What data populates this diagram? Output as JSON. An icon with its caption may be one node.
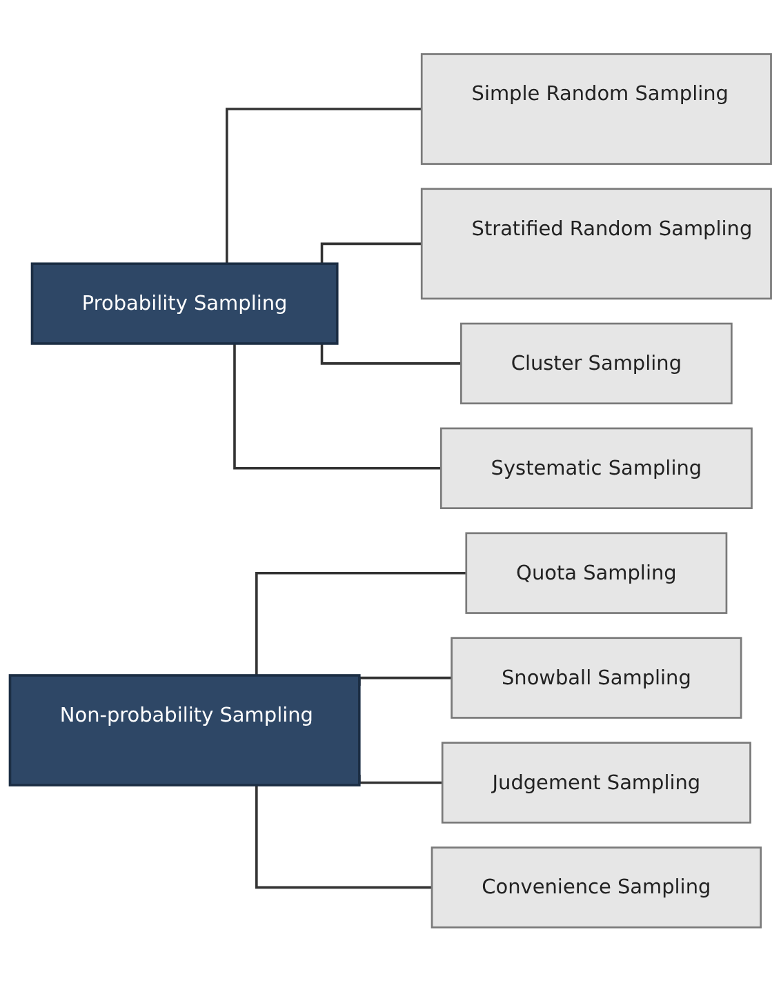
{
  "diagram": {
    "nodes": [
      {
        "text": [
          "Probability Sampling"
        ]
      },
      {
        "text": [
          "Simple Random Sampling"
        ]
      },
      {
        "text": [
          "Stratified Random Sampling"
        ]
      },
      {
        "text": [
          "Cluster Sampling"
        ]
      },
      {
        "text": [
          "Systematic Sampling"
        ]
      },
      {
        "text": [
          "Non-probability Sampling"
        ]
      },
      {
        "text": [
          "Quota Sampling"
        ]
      },
      {
        "text": [
          "Snowball Sampling"
        ]
      },
      {
        "text": [
          "Judgement Sampling"
        ]
      },
      {
        "text": [
          "Convenience Sampling"
        ]
      }
    ],
    "edges": [
      {
        "from": 0,
        "to": 1,
        "arrow": "none"
      },
      {
        "from": 0,
        "to": 2,
        "arrow": "none"
      },
      {
        "from": 0,
        "to": 3,
        "arrow": "none"
      },
      {
        "from": 0,
        "to": 4,
        "arrow": "none"
      },
      {
        "from": 5,
        "to": 6,
        "arrow": "none"
      },
      {
        "from": 5,
        "to": 7,
        "arrow": "none"
      },
      {
        "from": 5,
        "to": 8,
        "arrow": "none"
      },
      {
        "from": 5,
        "to": 9,
        "arrow": "none"
      }
    ]
  }
}
